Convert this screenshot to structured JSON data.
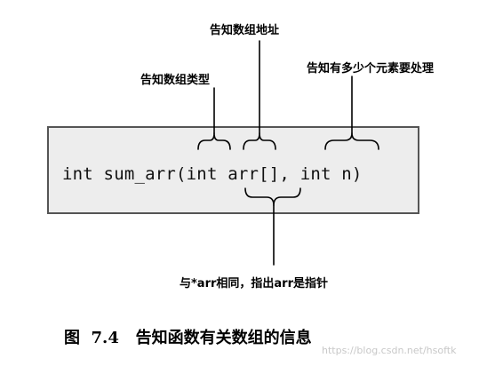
{
  "labels": {
    "array_address": "告知数组地址",
    "element_type": "告知数组类型",
    "element_count": "告知有多少个元素要处理",
    "pointer_note": "与*arr相同，指出arr是指针"
  },
  "code": {
    "signature": "int sum_arr(int arr[], int n)"
  },
  "caption": {
    "text": "图  7.4   告知函数有关数组的信息"
  },
  "watermark": {
    "text": "https://blog.csdn.net/hsoftk"
  }
}
